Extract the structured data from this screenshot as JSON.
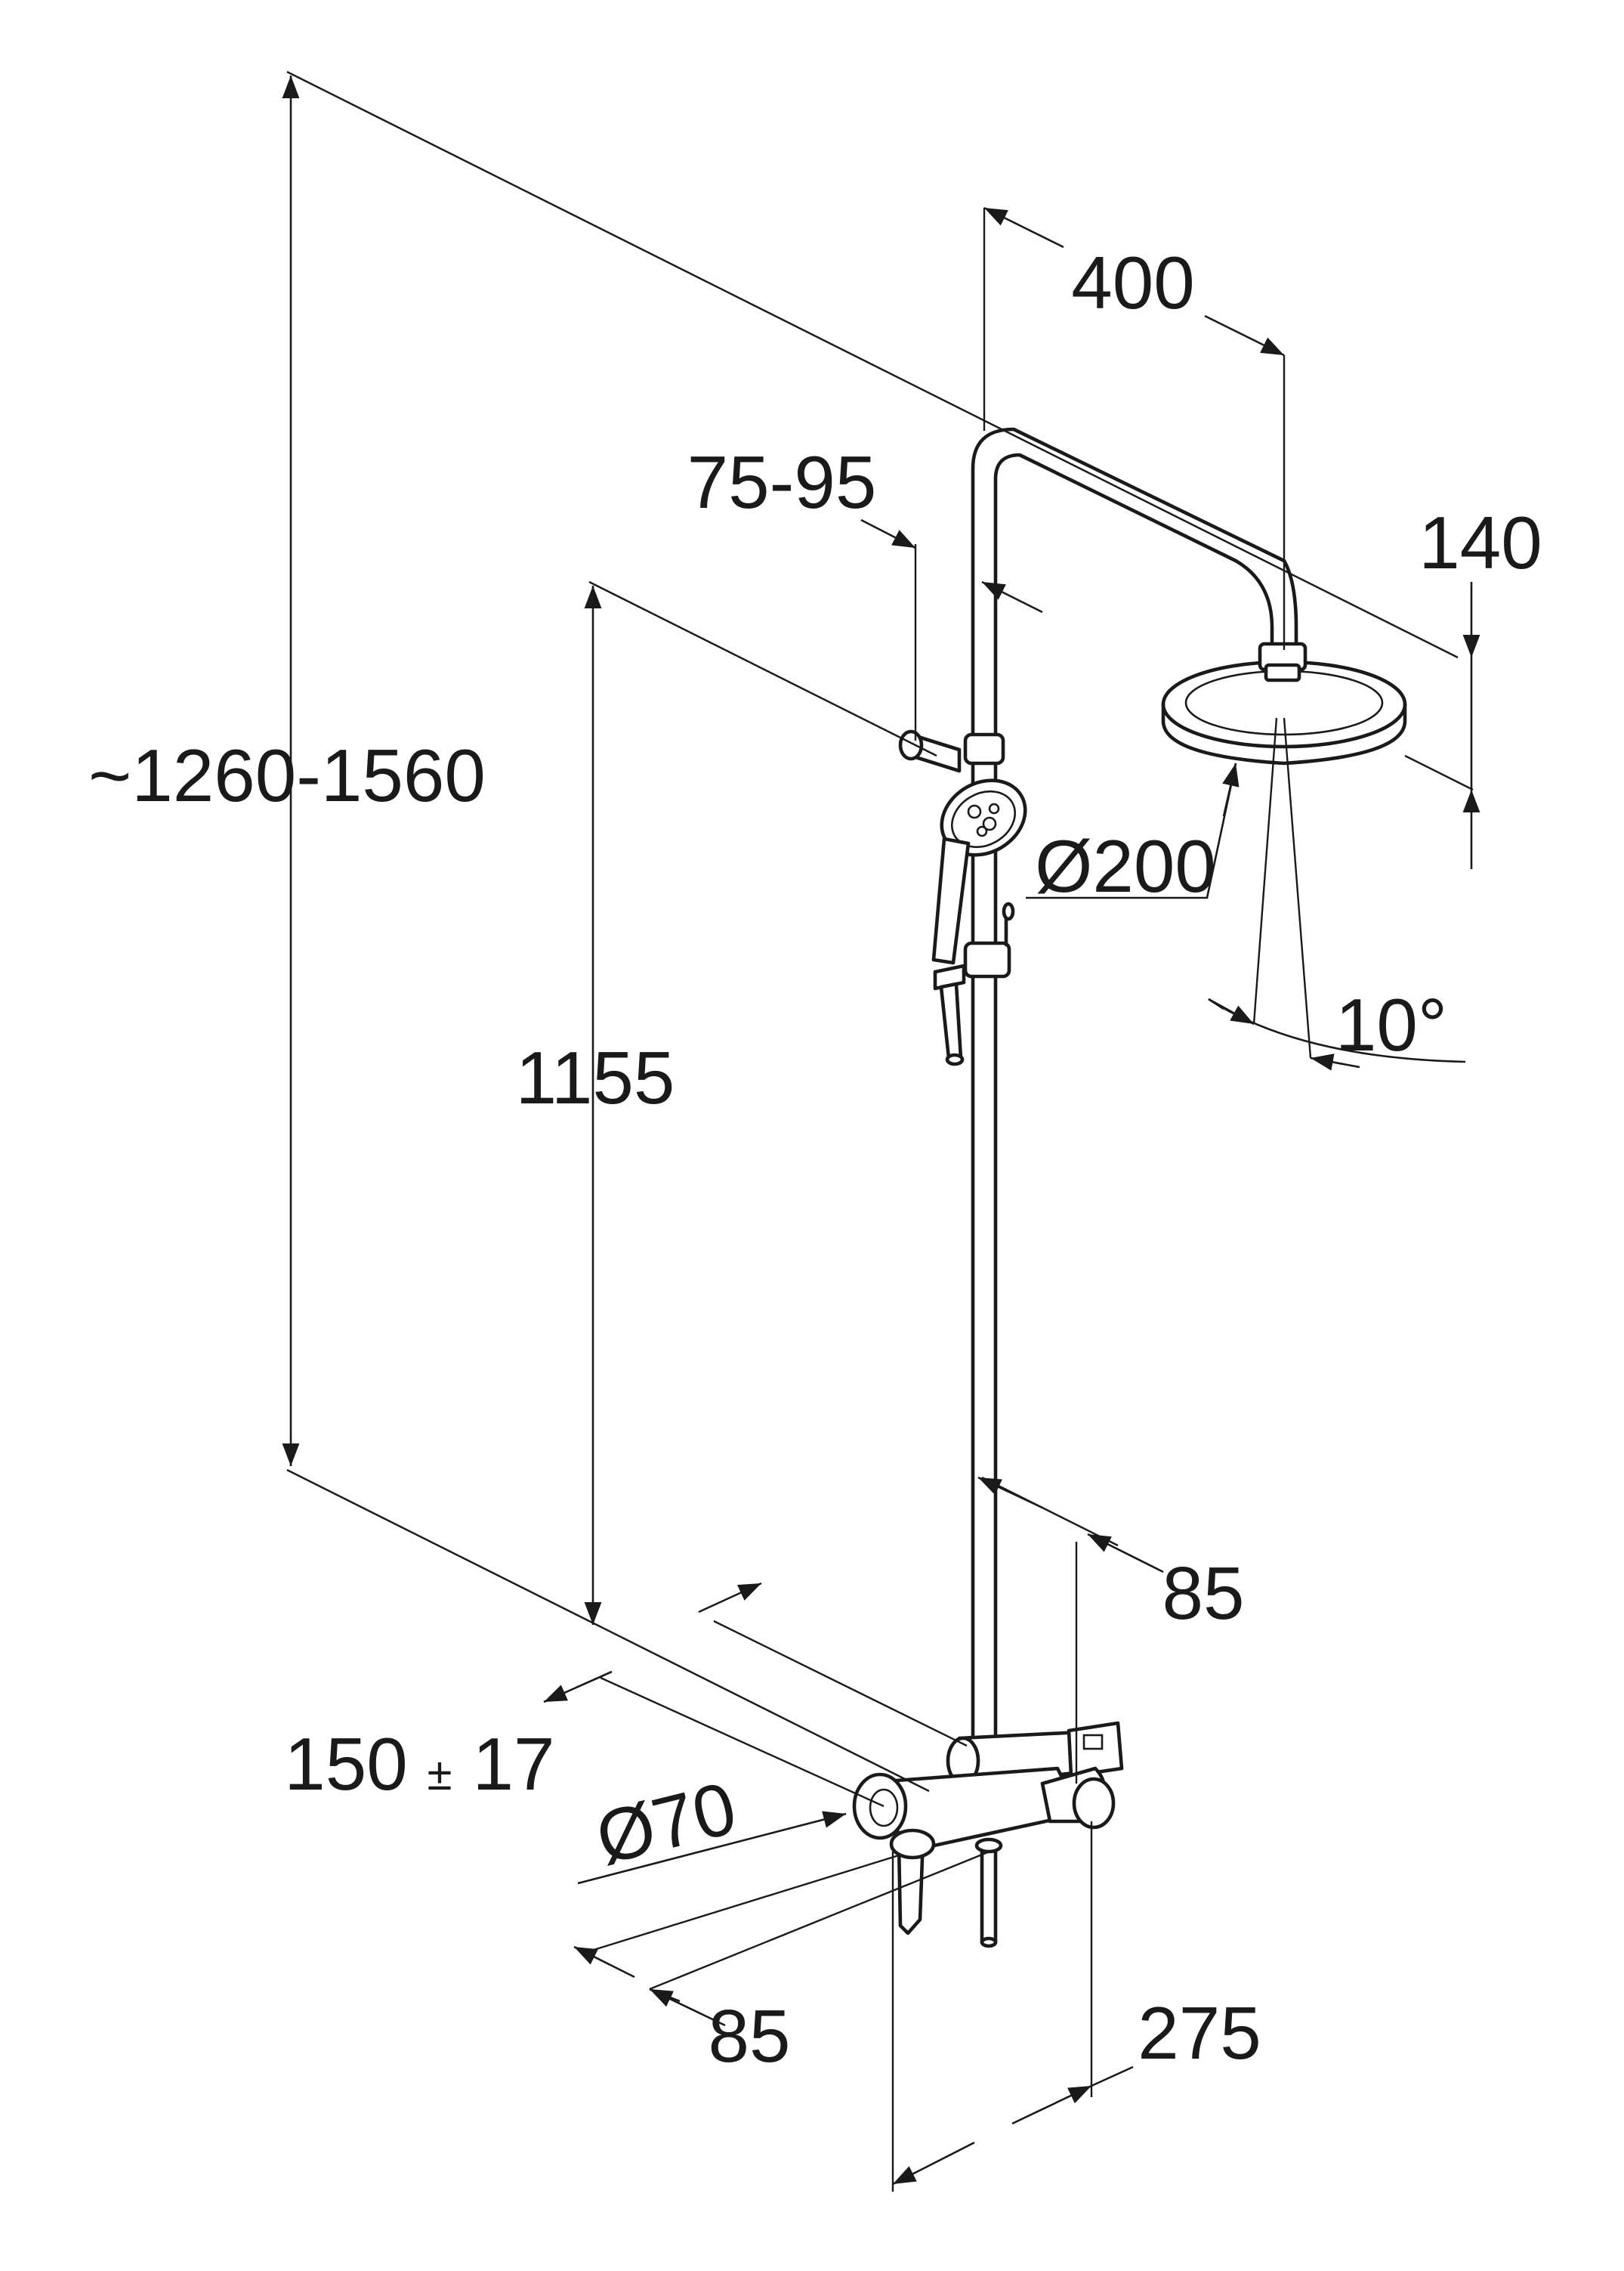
{
  "drawing": {
    "line_color": "#1a1a1a",
    "background": "#ffffff",
    "dimensions": {
      "total_height": "~1260-1560",
      "rail_height": "1155",
      "rail_distance": "75-95",
      "arm_length": "400",
      "head_height": "140",
      "head_diameter": "Ø200",
      "tilt_angle": "10°",
      "wall_distance_rail": "85",
      "inlet_spacing_value": "150",
      "inlet_spacing_pm": "±",
      "inlet_spacing_tol": "17",
      "rosette_diameter": "Ø70",
      "mixer_depth": "85",
      "mixer_width": "275"
    }
  }
}
